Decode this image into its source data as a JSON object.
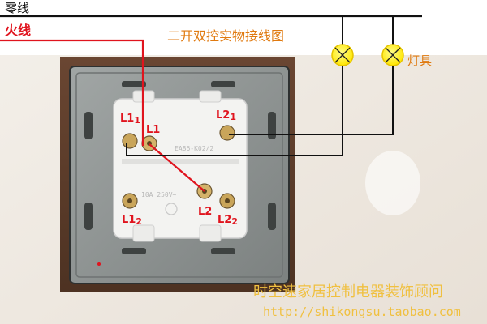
{
  "labels": {
    "neutral": "零线",
    "live": "火线",
    "title": "二开双控实物接线图",
    "lamp": "灯具",
    "brand": "时空速家居控制电器装饰顾问",
    "url": "http://shikongsu.taobao.com"
  },
  "terminals": {
    "l1_common": "L1",
    "l1_1": {
      "main": "L1",
      "sub": "1"
    },
    "l1_2": {
      "main": "L1",
      "sub": "2"
    },
    "l2_common": "L2",
    "l2_1": {
      "main": "L2",
      "sub": "1"
    },
    "l2_2": {
      "main": "L2",
      "sub": "2"
    }
  },
  "embossed": {
    "model": "EA86-K02/2",
    "rating": "10A 250V~"
  },
  "colors": {
    "live_wire": "#e0141e",
    "neutral_wire": "#111111",
    "title_text": "#e07a10",
    "lamp_fill": "#fff200",
    "watermark": "#f0c040",
    "panel": "#8d9291"
  }
}
